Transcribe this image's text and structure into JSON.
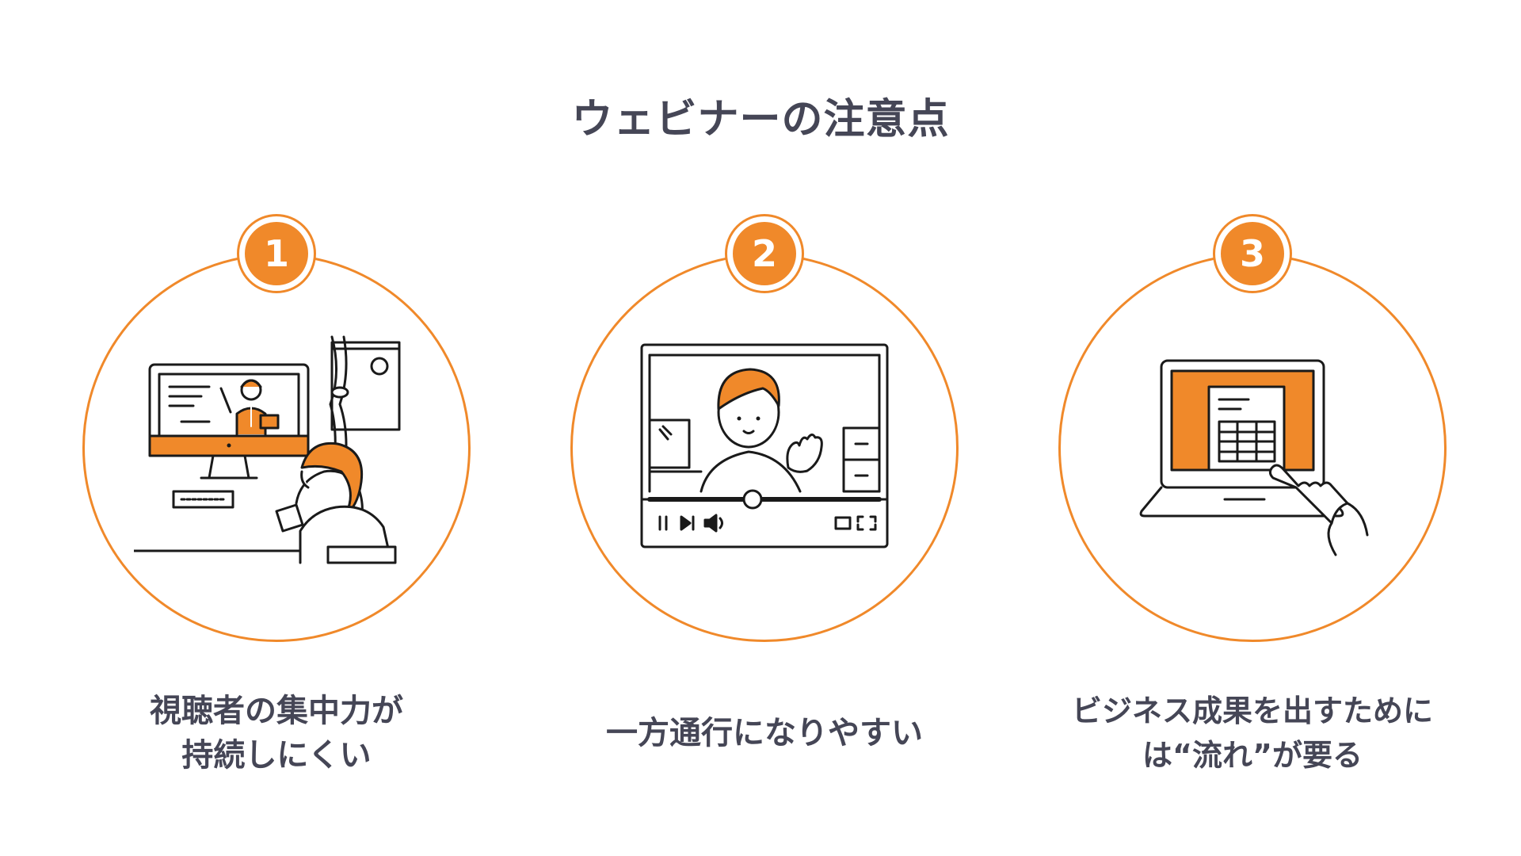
{
  "title": "ウェビナーの注意点",
  "accent_color": "#f0892a",
  "text_color": "#454656",
  "items": [
    {
      "number": "1",
      "caption_lines": [
        "視聴者の集中力が",
        "持続しにくい"
      ],
      "illustration": "online-lecture-illustration"
    },
    {
      "number": "2",
      "caption_lines": [
        "一方通行になりやすい"
      ],
      "illustration": "video-player-illustration"
    },
    {
      "number": "3",
      "caption_lines": [
        "ビジネス成果を出すために",
        "は“流れ”が要る"
      ],
      "illustration": "laptop-touch-illustration"
    }
  ]
}
